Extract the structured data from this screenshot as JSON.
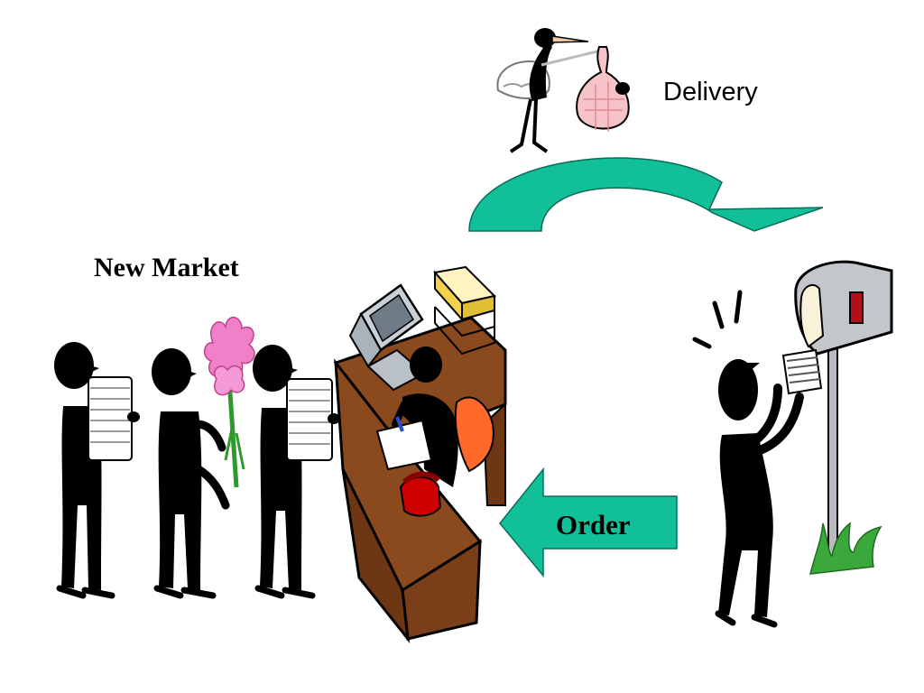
{
  "labels": {
    "delivery": "Delivery",
    "new_market": "New Market",
    "order": "Order"
  },
  "colors": {
    "arrow_fill": "#11c098",
    "figure": "#000000",
    "desk": "#8b4a1e",
    "flowers": "#f080c8",
    "stem": "#2e9a2e",
    "phone": "#cc0000",
    "chair": "#ff6a2a",
    "mailbox": "#9aa0a6",
    "grass": "#3aa83a"
  },
  "icons": [
    "stork-icon",
    "bundle-icon",
    "customer-figure-icon",
    "flowers-icon",
    "desk-icon",
    "computer-icon",
    "paper-tray-icon",
    "phone-icon",
    "clerk-figure-icon",
    "mailbox-icon",
    "grass-icon",
    "curved-arrow-icon",
    "left-arrow-icon"
  ]
}
